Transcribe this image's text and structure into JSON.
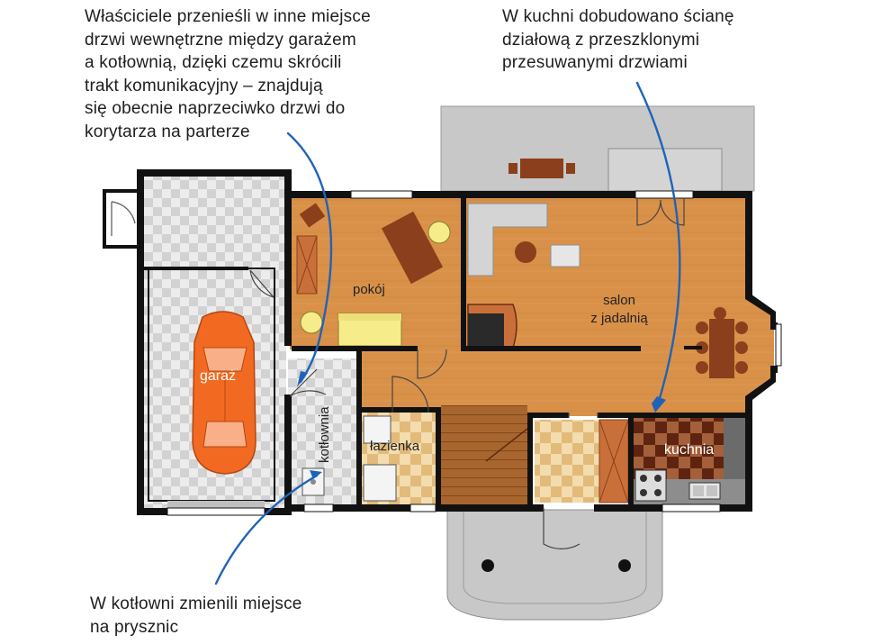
{
  "callouts": {
    "top_left": {
      "lines": [
        "Właściciele przenieśli w inne miejsce",
        "drzwi wewnętrzne między garażem",
        "a kotłownią, dzięki czemu skrócili",
        "trakt komunikacyjny – znajdują",
        "się obecnie naprzeciwko drzwi do",
        "korytarza na parterze"
      ]
    },
    "top_right": {
      "lines": [
        "W kuchni dobudowano ścianę",
        "działową z przeszklonymi",
        "przesuwanymi drzwiami"
      ]
    },
    "bottom_left": {
      "lines": [
        "W kotłowni zmienili miejsce",
        "na prysznic"
      ]
    }
  },
  "rooms": {
    "pokoj": "pokój",
    "salon_line1": "salon",
    "salon_line2": "z jadalnią",
    "garaz": "garaż",
    "kotlownia": "kotłownia",
    "lazienka": "łazienka",
    "kuchnia": "kuchnia"
  },
  "colors": {
    "wall": "#111111",
    "wood_floor": "#d9924a",
    "wood_floor_dark": "#c97f3a",
    "checker_light": "#ffffff",
    "checker_grey": "#d6d6d6",
    "tile_light": "#f2d9a8",
    "tile_dark": "#e0b877",
    "kitchen_dark": "#6b2d12",
    "kitchen_tile": "#a9623a",
    "terrace": "#c9c9c9",
    "car": "#f26a21",
    "sofa": "#f6ec8a",
    "furniture_brown": "#8b3f1c",
    "arrow_blue": "#1f63b8"
  },
  "icons": {
    "car": "car-icon",
    "table": "dining-table-icon",
    "stove": "stove-icon",
    "sink": "sink-icon",
    "shower": "shower-icon",
    "bath_toilet": "toilet-icon",
    "fireplace": "fireplace-icon",
    "sofa": "sofa-icon",
    "stairs": "stairs-icon"
  }
}
